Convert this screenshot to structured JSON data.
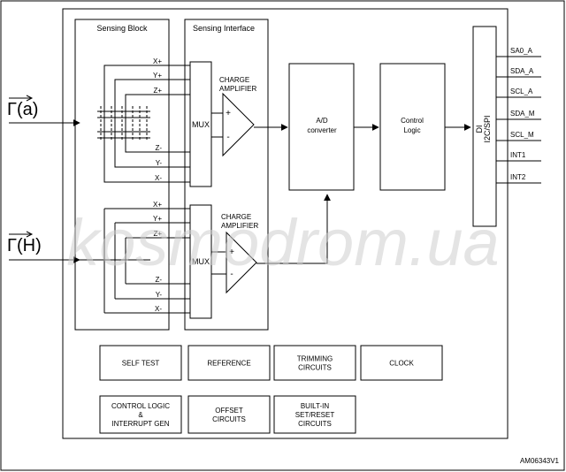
{
  "watermark": "kosmodrom.ua",
  "inputs": {
    "accel": "Γ(a)",
    "mag": "Γ(H)"
  },
  "sensing_block": {
    "title": "Sensing Block"
  },
  "sensing_interface": {
    "title": "Sensing Interface"
  },
  "upper_channel": {
    "labels": [
      "X+",
      "Y+",
      "Z+",
      "Z-",
      "Y-",
      "X-"
    ],
    "mux": "MUX",
    "amplifier": [
      "CHARGE",
      "AMPLIFIER"
    ],
    "plus": "+",
    "minus": "-"
  },
  "lower_channel": {
    "labels": [
      "X+",
      "Y+",
      "Z+",
      "Z-",
      "Y-",
      "X-"
    ],
    "mux": "MUX",
    "amplifier": [
      "CHARGE",
      "AMPLIFIER"
    ],
    "plus": "+",
    "minus": "-"
  },
  "ad_converter": [
    "A/D",
    "converter"
  ],
  "control_logic": [
    "Control",
    "Logic"
  ],
  "interface": {
    "di": "DI",
    "bus": "I2C/SPI"
  },
  "pins": [
    "SA0_A",
    "SDA_A",
    "SCL_A",
    "SDA_M",
    "SCL_M",
    "INT1",
    "INT2"
  ],
  "blocks_row1": [
    [
      "SELF TEST"
    ],
    [
      "REFERENCE"
    ],
    [
      "TRIMMING",
      "CIRCUITS"
    ],
    [
      "CLOCK"
    ]
  ],
  "blocks_row2": [
    [
      "CONTROL LOGIC",
      "&",
      "INTERRUPT GEN"
    ],
    [
      "OFFSET",
      "CIRCUITS"
    ],
    [
      "BUILT-IN",
      "SET/RESET",
      "CIRCUITS"
    ]
  ],
  "doc_code": "AM06343V1"
}
